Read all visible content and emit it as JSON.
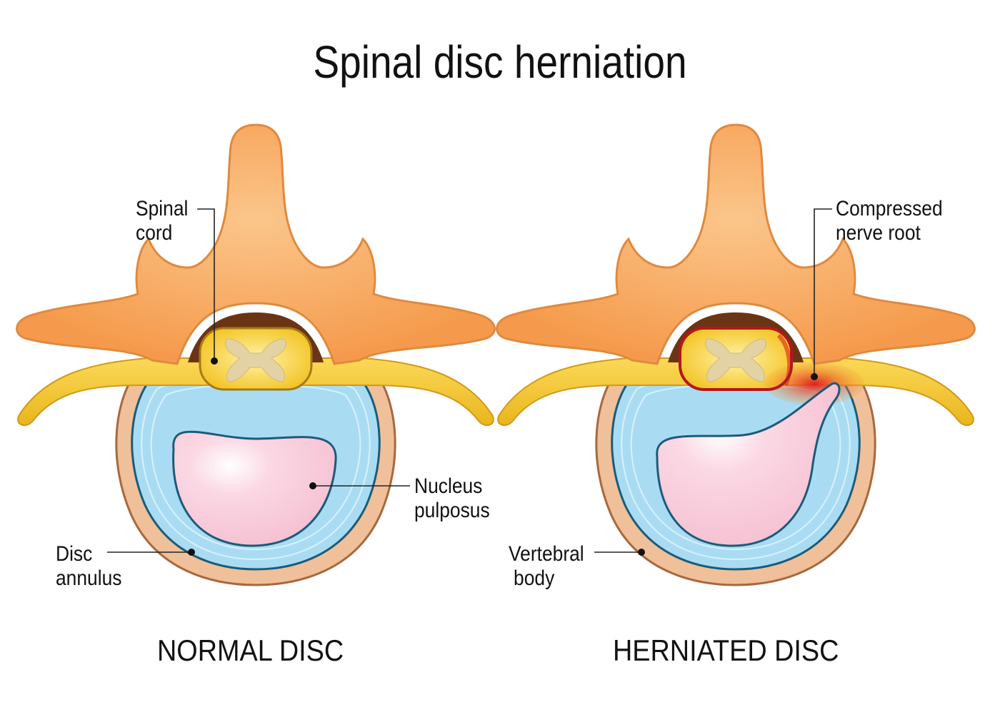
{
  "title": "Spinal disc herniation",
  "panels": {
    "normal": {
      "caption": "NORMAL DISC",
      "labels": {
        "spinal_cord": [
          "Spinal",
          "cord"
        ],
        "nucleus": [
          "Nucleus",
          "pulposus"
        ],
        "annulus": [
          "Disc",
          "annulus"
        ]
      }
    },
    "herniated": {
      "caption": "HERNIATED DISC",
      "labels": {
        "nerve_root": [
          "Compressed",
          "nerve root"
        ],
        "vertebral_body": [
          "Vertebral",
          "body"
        ]
      }
    }
  },
  "colors": {
    "bone": "#f7a75e",
    "bone_light": "#fbc68b",
    "bone_dark": "#e58a3a",
    "nerve": "#f4c52c",
    "annulus": "#a9dcf3",
    "nucleus": "#f9cfdd",
    "inflamed": "#e0201d",
    "body_ring": "#f0c29a"
  }
}
